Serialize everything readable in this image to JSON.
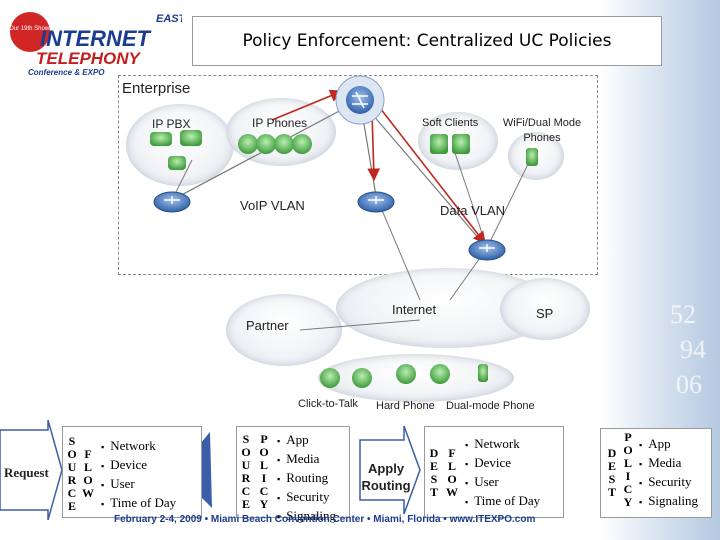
{
  "title": "Policy Enforcement: Centralized UC Policies",
  "logo": {
    "top_text": "EAST",
    "line1": "INTERNET",
    "line2": "TELEPHONY",
    "line3": "Conference & EXPO",
    "badge": "Our 19th Show!"
  },
  "decorative_numbers": [
    "52",
    "94",
    "06"
  ],
  "enterprise": {
    "label": "Enterprise",
    "ip_pbx": "IP PBX",
    "ip_phones": "IP Phones",
    "soft_clients": "Soft Clients",
    "wifi_dual_mode": "WiFi/Dual Mode\nPhones",
    "voip_vlan": "VoIP VLAN",
    "data_vlan": "Data VLAN"
  },
  "network": {
    "internet": "Internet",
    "sp": "SP",
    "partner": "Partner",
    "click_to_talk": "Click-to-Talk",
    "hard_phone": "Hard Phone",
    "dual_mode_phone": "Dual-mode Phone"
  },
  "flow": {
    "request": "Request",
    "source_letters": [
      "S",
      "O",
      "U",
      "R",
      "C",
      "E"
    ],
    "from_letters": [
      "F",
      "L",
      "O",
      "W"
    ],
    "source_flow_items": [
      "Network",
      "Device",
      "User",
      "Time of Day"
    ],
    "policy_letters": [
      "P",
      "O",
      "L",
      "I",
      "C",
      "Y"
    ],
    "policy_items": [
      "App",
      "Media",
      "Routing",
      "Security",
      "Signaling"
    ],
    "apply_routing": "Apply\nRouting",
    "dest_letters": [
      "D",
      "E",
      "S",
      "T"
    ],
    "dest_flow_items": [
      "Network",
      "Device",
      "User",
      "Time of Day"
    ],
    "dest_policy_items": [
      "App",
      "Media",
      "Security",
      "Signaling"
    ]
  },
  "footer": "February 2-4, 2009  •  Miami Beach Convention Center  •  Miami, Florida  •  www.ITEXPO.com",
  "colors": {
    "router_blue": "#3b6fb8",
    "phone_green": "#5cb85c",
    "cloud": "#eef1f5",
    "arrow_blue": "#3a5fa8"
  }
}
